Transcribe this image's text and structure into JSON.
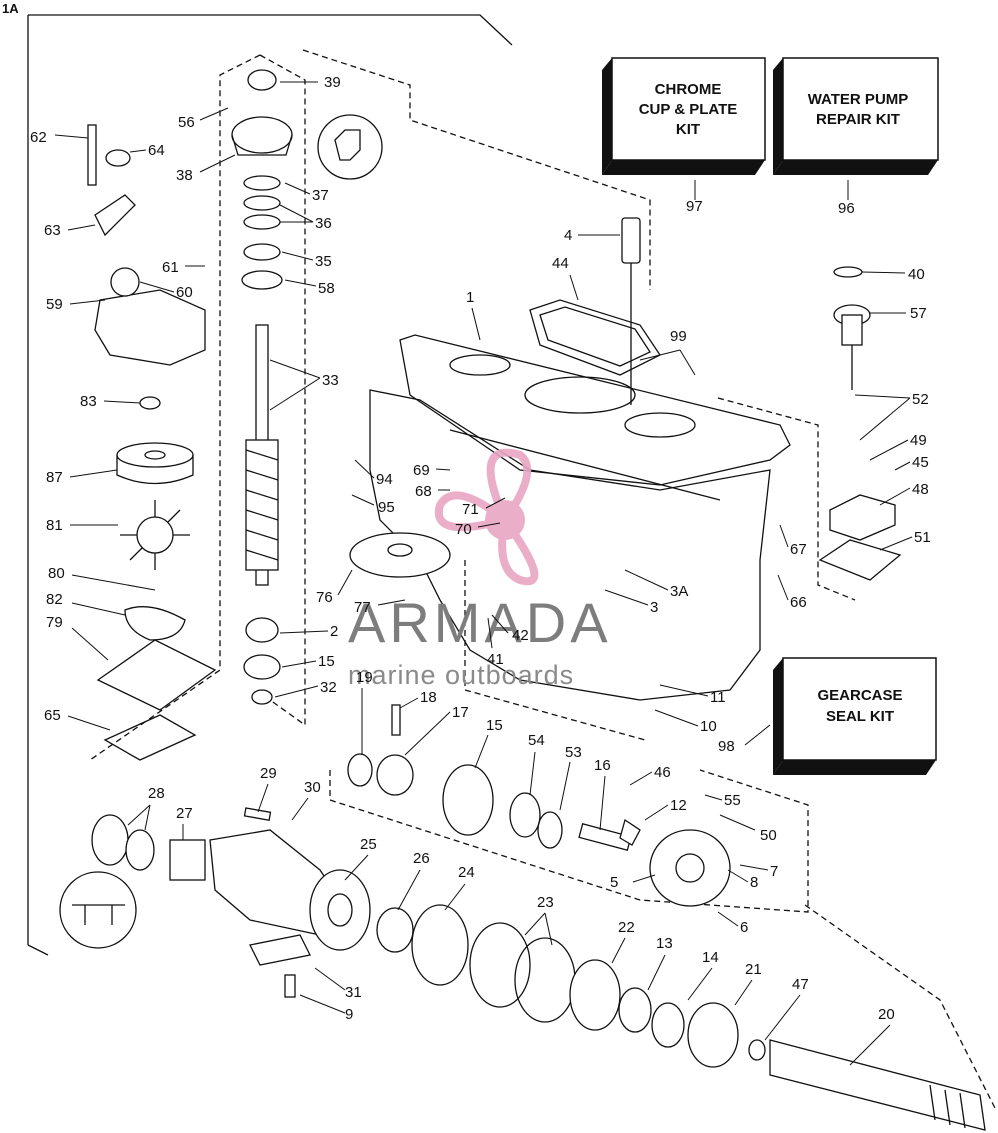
{
  "figure_id": "1A",
  "callouts": [
    {
      "id": "c39",
      "text": "39"
    },
    {
      "id": "c56",
      "text": "56"
    },
    {
      "id": "c62",
      "text": "62"
    },
    {
      "id": "c64",
      "text": "64"
    },
    {
      "id": "c38",
      "text": "38"
    },
    {
      "id": "c37",
      "text": "37"
    },
    {
      "id": "c36",
      "text": "36"
    },
    {
      "id": "c63",
      "text": "63"
    },
    {
      "id": "c35",
      "text": "35"
    },
    {
      "id": "c61",
      "text": "61"
    },
    {
      "id": "c60",
      "text": "60"
    },
    {
      "id": "c58",
      "text": "58"
    },
    {
      "id": "c59",
      "text": "59"
    },
    {
      "id": "c33",
      "text": "33"
    },
    {
      "id": "c83",
      "text": "83"
    },
    {
      "id": "c87",
      "text": "87"
    },
    {
      "id": "c81",
      "text": "81"
    },
    {
      "id": "c80",
      "text": "80"
    },
    {
      "id": "c82",
      "text": "82"
    },
    {
      "id": "c79",
      "text": "79"
    },
    {
      "id": "c65",
      "text": "65"
    },
    {
      "id": "c2",
      "text": "2"
    },
    {
      "id": "c15a",
      "text": "15"
    },
    {
      "id": "c32",
      "text": "32"
    },
    {
      "id": "c4",
      "text": "4"
    },
    {
      "id": "c44",
      "text": "44"
    },
    {
      "id": "c1",
      "text": "1"
    },
    {
      "id": "c99",
      "text": "99"
    },
    {
      "id": "c94",
      "text": "94"
    },
    {
      "id": "c69",
      "text": "69"
    },
    {
      "id": "c68",
      "text": "68"
    },
    {
      "id": "c95",
      "text": "95"
    },
    {
      "id": "c71",
      "text": "71"
    },
    {
      "id": "c70",
      "text": "70"
    },
    {
      "id": "c76",
      "text": "76"
    },
    {
      "id": "c77",
      "text": "77"
    },
    {
      "id": "c42",
      "text": "42"
    },
    {
      "id": "c41",
      "text": "41"
    },
    {
      "id": "c3a",
      "text": "3A"
    },
    {
      "id": "c3",
      "text": "3"
    },
    {
      "id": "c40",
      "text": "40"
    },
    {
      "id": "c57",
      "text": "57"
    },
    {
      "id": "c52",
      "text": "52"
    },
    {
      "id": "c49",
      "text": "49"
    },
    {
      "id": "c45",
      "text": "45"
    },
    {
      "id": "c48",
      "text": "48"
    },
    {
      "id": "c67",
      "text": "67"
    },
    {
      "id": "c51",
      "text": "51"
    },
    {
      "id": "c66",
      "text": "66"
    },
    {
      "id": "c97",
      "text": "97"
    },
    {
      "id": "c96",
      "text": "96"
    },
    {
      "id": "c19",
      "text": "19"
    },
    {
      "id": "c18",
      "text": "18"
    },
    {
      "id": "c17",
      "text": "17"
    },
    {
      "id": "c15b",
      "text": "15"
    },
    {
      "id": "c54",
      "text": "54"
    },
    {
      "id": "c53",
      "text": "53"
    },
    {
      "id": "c16",
      "text": "16"
    },
    {
      "id": "c46",
      "text": "46"
    },
    {
      "id": "c55",
      "text": "55"
    },
    {
      "id": "c12",
      "text": "12"
    },
    {
      "id": "c11",
      "text": "11"
    },
    {
      "id": "c10",
      "text": "10"
    },
    {
      "id": "c98",
      "text": "98"
    },
    {
      "id": "c50",
      "text": "50"
    },
    {
      "id": "c7",
      "text": "7"
    },
    {
      "id": "c8",
      "text": "8"
    },
    {
      "id": "c5",
      "text": "5"
    },
    {
      "id": "c6",
      "text": "6"
    },
    {
      "id": "c29",
      "text": "29"
    },
    {
      "id": "c30",
      "text": "30"
    },
    {
      "id": "c28",
      "text": "28"
    },
    {
      "id": "c27",
      "text": "27"
    },
    {
      "id": "c25",
      "text": "25"
    },
    {
      "id": "c26",
      "text": "26"
    },
    {
      "id": "c24",
      "text": "24"
    },
    {
      "id": "c23",
      "text": "23"
    },
    {
      "id": "c22",
      "text": "22"
    },
    {
      "id": "c13",
      "text": "13"
    },
    {
      "id": "c14",
      "text": "14"
    },
    {
      "id": "c21",
      "text": "21"
    },
    {
      "id": "c47",
      "text": "47"
    },
    {
      "id": "c20",
      "text": "20"
    },
    {
      "id": "c31",
      "text": "31"
    },
    {
      "id": "c9",
      "text": "9"
    }
  ],
  "kits": {
    "chrome": {
      "line1": "CHROME",
      "line2": "CUP & PLATE",
      "line3": "KIT"
    },
    "water_pump": {
      "line1": "WATER PUMP",
      "line2": "REPAIR KIT"
    },
    "gearcase": {
      "line1": "GEARCASE",
      "line2": "SEAL KIT"
    }
  },
  "watermark": {
    "brand": "ARMADA",
    "tagline": "marine outboards",
    "logo_color": "#e9a6c4"
  }
}
